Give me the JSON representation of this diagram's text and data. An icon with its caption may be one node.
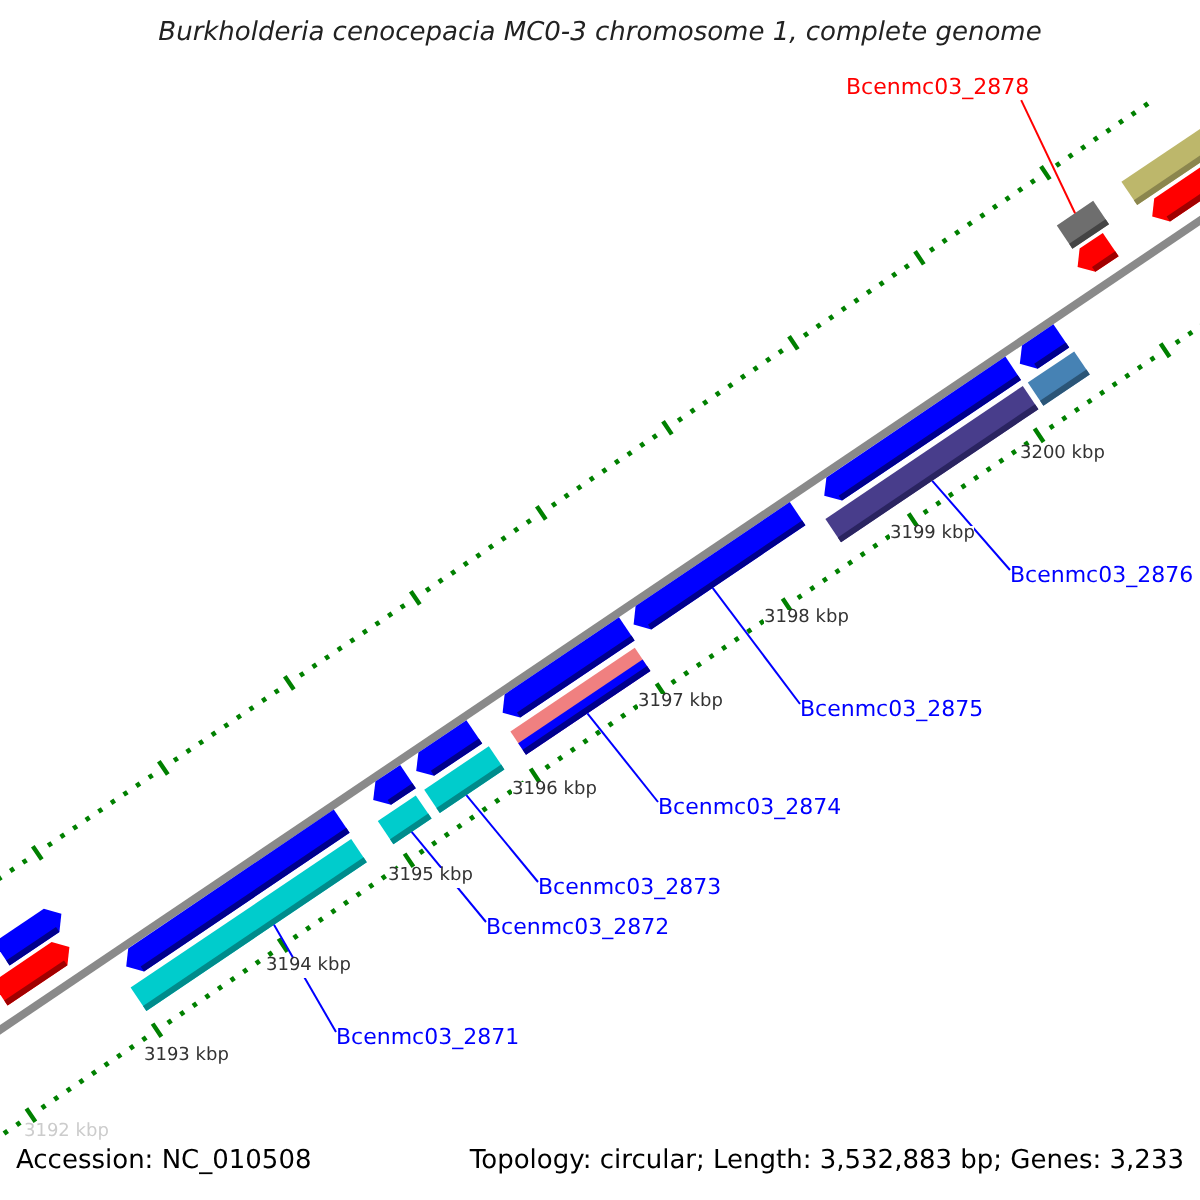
{
  "diagram": {
    "title": "Burkholderia cenocepacia MC0-3 chromosome 1, complete genome",
    "nodes": [
      {
        "text": [
          "Bcenmc03_2878"
        ]
      },
      {
        "text": [
          "Bcenmc03_2876"
        ]
      },
      {
        "text": [
          "Bcenmc03_2875"
        ]
      },
      {
        "text": [
          "Bcenmc03_2874"
        ]
      },
      {
        "text": [
          "Bcenmc03_2873"
        ]
      },
      {
        "text": [
          "Bcenmc03_2872"
        ]
      },
      {
        "text": [
          "Bcenmc03_2871"
        ]
      },
      {
        "text": [],
        "shape": "bar"
      },
      {
        "text": [],
        "shape": "bar"
      },
      {
        "text": [],
        "shape": "bar"
      },
      {
        "text": [],
        "shape": "bar"
      },
      {
        "text": [],
        "shape": "bar"
      },
      {
        "text": [],
        "shape": "bar"
      },
      {
        "text": [],
        "shape": "bar"
      },
      {
        "text": [],
        "shape": "bar"
      },
      {
        "text": [],
        "shape": "bar"
      },
      {
        "text": [],
        "shape": "bar"
      },
      {
        "text": [],
        "shape": "bar"
      },
      {
        "text": [],
        "shape": "bar"
      },
      {
        "text": [],
        "shape": "bar"
      },
      {
        "text": [],
        "shape": "bar"
      },
      {
        "text": [],
        "shape": "bar"
      },
      {
        "text": [],
        "shape": "bar"
      },
      {
        "text": [],
        "shape": "bar"
      },
      {
        "text": [],
        "shape": "bar"
      },
      {
        "text": [],
        "shape": "bar"
      }
    ],
    "edges": [
      {
        "from": 0,
        "to": 22,
        "arrow": "none",
        "color": "#ff0000"
      },
      {
        "from": 1,
        "to": 19,
        "arrow": "none"
      },
      {
        "from": 2,
        "to": 17,
        "arrow": "none"
      },
      {
        "from": 3,
        "to": 16,
        "arrow": "none"
      },
      {
        "from": 4,
        "to": 14,
        "arrow": "none"
      },
      {
        "from": 5,
        "to": 12,
        "arrow": "none"
      },
      {
        "from": 6,
        "to": 10,
        "arrow": "none"
      }
    ],
    "labels": [
      "3200 kbp",
      "3199 kbp",
      "3198 kbp",
      "3197 kbp",
      "3196 kbp",
      "3195 kbp",
      "3194 kbp",
      "3193 kbp",
      "3192 kbp",
      "Accession: NC_010508",
      "Topology: circular; Length: 3,532,883 bp; Genes: 3,233"
    ]
  }
}
